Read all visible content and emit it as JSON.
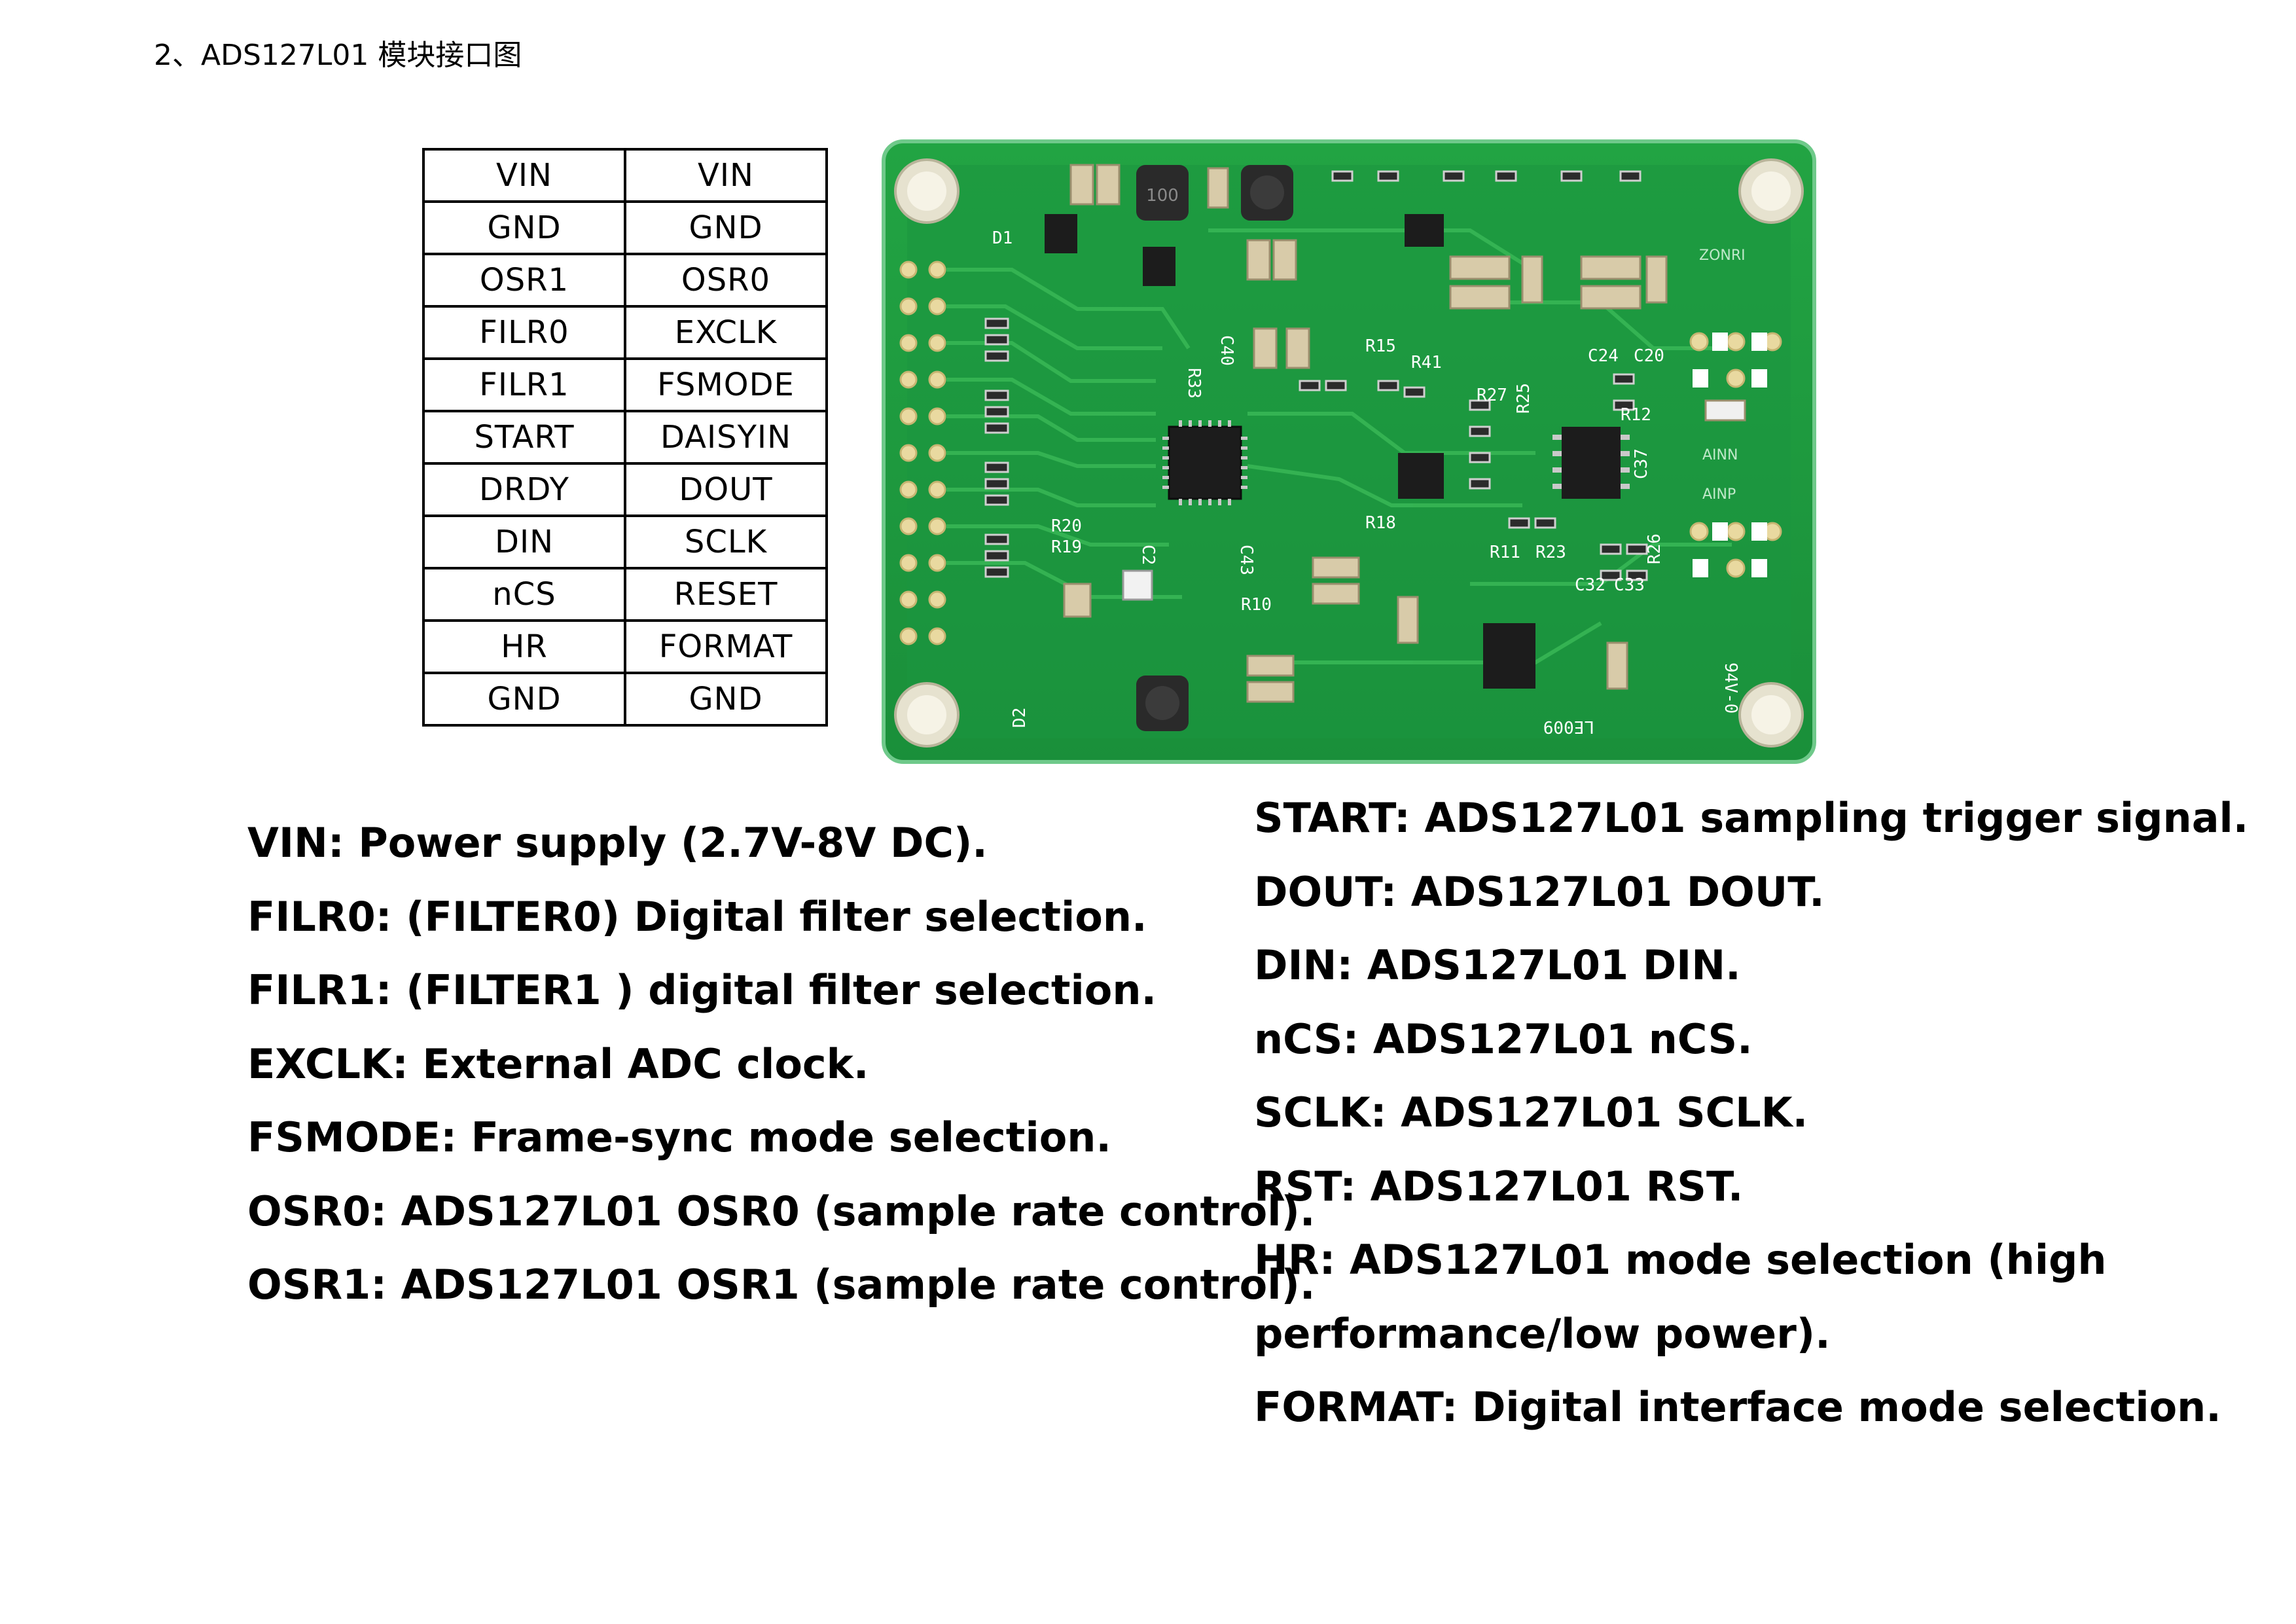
{
  "heading": "2、ADS127L01 模块接口图",
  "pin_table": {
    "rows": [
      [
        "VIN",
        "VIN"
      ],
      [
        "GND",
        "GND"
      ],
      [
        "OSR1",
        "OSR0"
      ],
      [
        "FILR0",
        "EXCLK"
      ],
      [
        "FILR1",
        "FSMODE"
      ],
      [
        "START",
        "DAISYIN"
      ],
      [
        "DRDY",
        "DOUT"
      ],
      [
        "DIN",
        "SCLK"
      ],
      [
        "nCS",
        "RESET"
      ],
      [
        "HR",
        "FORMAT"
      ],
      [
        "GND",
        "GND"
      ]
    ]
  },
  "board_photo": {
    "silkscreen": {
      "d1": "D1",
      "d2": "D2",
      "c40": "C40",
      "r33": "R33",
      "r15": "R15",
      "r41": "R41",
      "c24": "C24",
      "c20": "C20",
      "r12": "R12",
      "r27": "R27",
      "r25": "R25",
      "r20": "R20",
      "r19": "R19",
      "c2": "C2",
      "c43": "C43",
      "r10": "R10",
      "r18": "R18",
      "r11": "R11",
      "r23": "R23",
      "c32": "C32",
      "c33": "C33",
      "r26": "R26",
      "c37": "C37",
      "ainn": "AINN",
      "ainp": "AINP",
      "v0": "94V-0",
      "le": "LE009",
      "brand": "ZONRI",
      "ind": "100"
    },
    "colors": {
      "board": "#1f9a3c",
      "board_dark": "#17813a",
      "trace": "#2cae48",
      "silk": "#ffffff",
      "ic": "#1c1c1c",
      "cap": "#d8cba9",
      "pad": "#e9d9a0"
    }
  },
  "descriptions_left": [
    "VIN: Power supply (2.7V-8V DC).",
    "FILR0: (FILTER0) Digital filter selection.",
    "FILR1: (FILTER1 ) digital filter selection.",
    "EXCLK: External ADC clock.",
    "FSMODE: Frame-sync mode selection.",
    "OSR0: ADS127L01 OSR0 (sample rate control).",
    "OSR1: ADS127L01 OSR1 (sample rate control)."
  ],
  "descriptions_right": [
    "START: ADS127L01 sampling trigger signal.",
    "DOUT: ADS127L01 DOUT.",
    "DIN: ADS127L01 DIN.",
    "nCS: ADS127L01 nCS.",
    "SCLK: ADS127L01 SCLK.",
    "RST: ADS127L01 RST.",
    "HR: ADS127L01 mode selection (high",
    "performance/low power).",
    "FORMAT: Digital interface mode selection."
  ]
}
